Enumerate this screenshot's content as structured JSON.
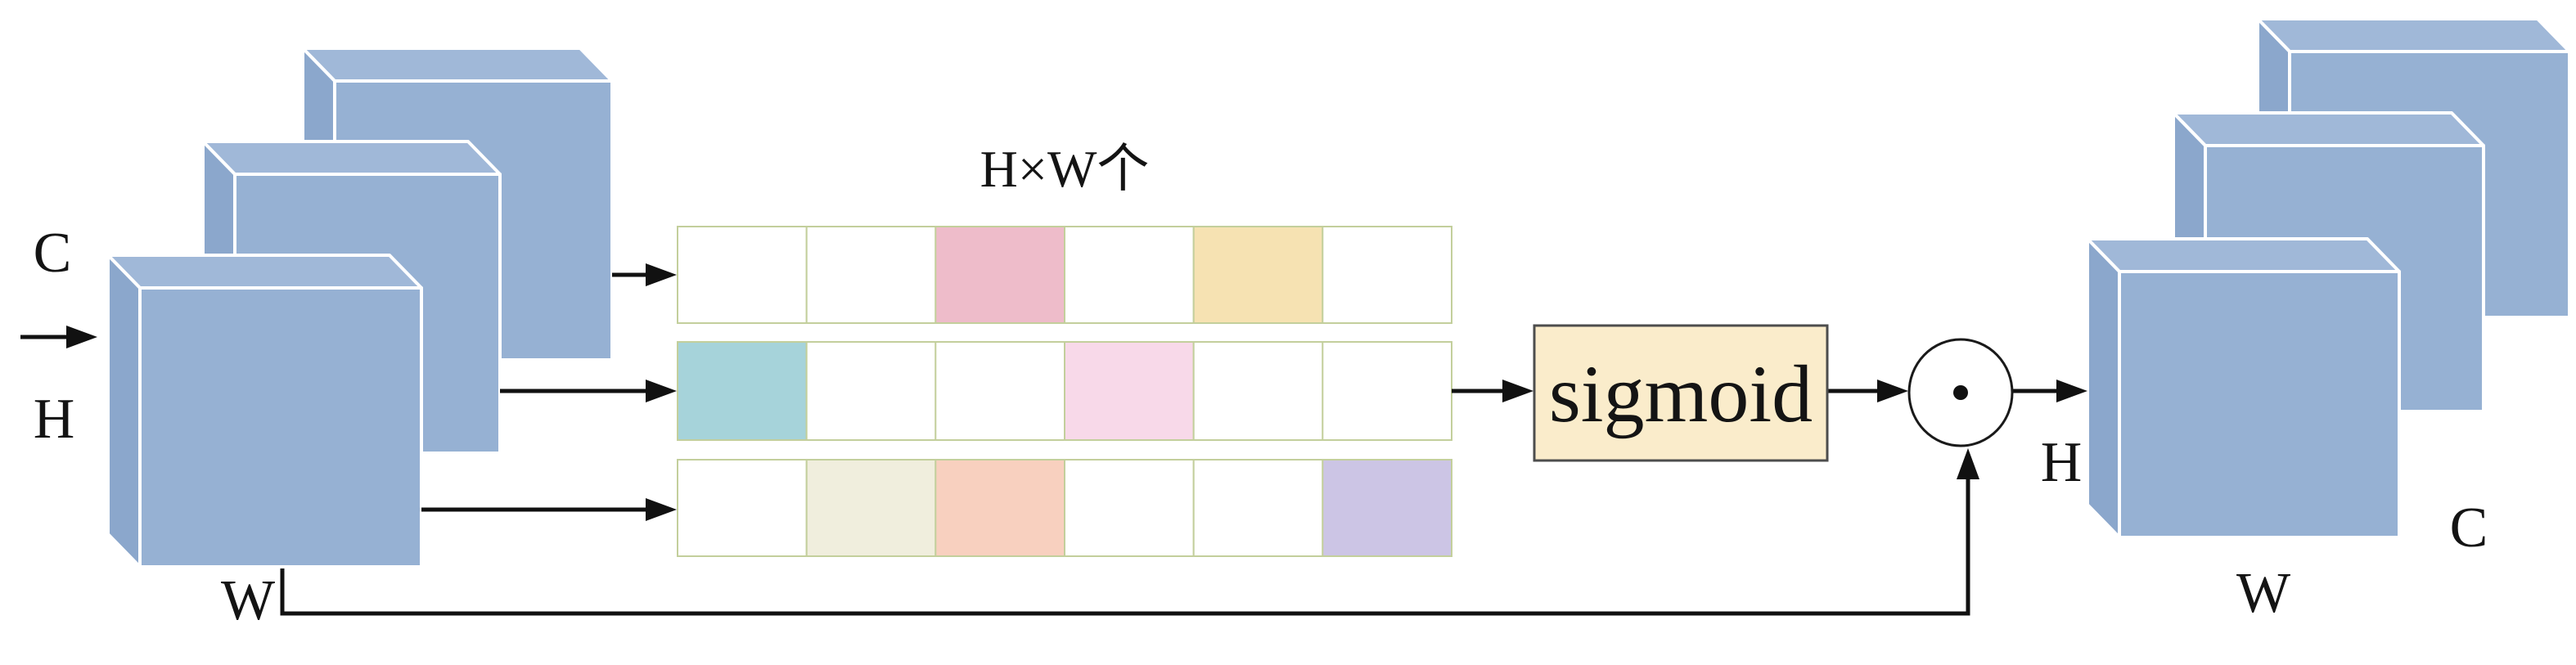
{
  "diagram": {
    "grid_title": "H×W个",
    "sigmoid": {
      "label": "sigmoid"
    },
    "input_tensor": {
      "label_c": "C",
      "label_h": "H",
      "label_w": "W"
    },
    "output_tensor": {
      "label_h": "H",
      "label_c": "C",
      "label_w": "W"
    },
    "grid": {
      "columns": 6,
      "row_count": 3,
      "border_color": "#c3cf9c",
      "rows": [
        {
          "cells": [
            "#ffffff",
            "#ffffff",
            "#eebcca",
            "#ffffff",
            "#f6e2b2",
            "#ffffff"
          ]
        },
        {
          "cells": [
            "#a6d3da",
            "#ffffff",
            "#ffffff",
            "#f8d9e9",
            "#ffffff",
            "#ffffff"
          ]
        },
        {
          "cells": [
            "#ffffff",
            "#f0eedd",
            "#f8d0bf",
            "#ffffff",
            "#ffffff",
            "#ccc5e5"
          ]
        }
      ]
    },
    "colors": {
      "block_front": "#96b1d3",
      "block_top": "#a0b8d8",
      "block_side": "#8ba7cc",
      "block_edge": "#ffffff",
      "sigmoid_fill": "#faeccb",
      "sigmoid_border": "#4d4d4d",
      "multiply_circle_fill": "#ffffff",
      "arrow": "#111111",
      "background": "#ffffff"
    }
  }
}
